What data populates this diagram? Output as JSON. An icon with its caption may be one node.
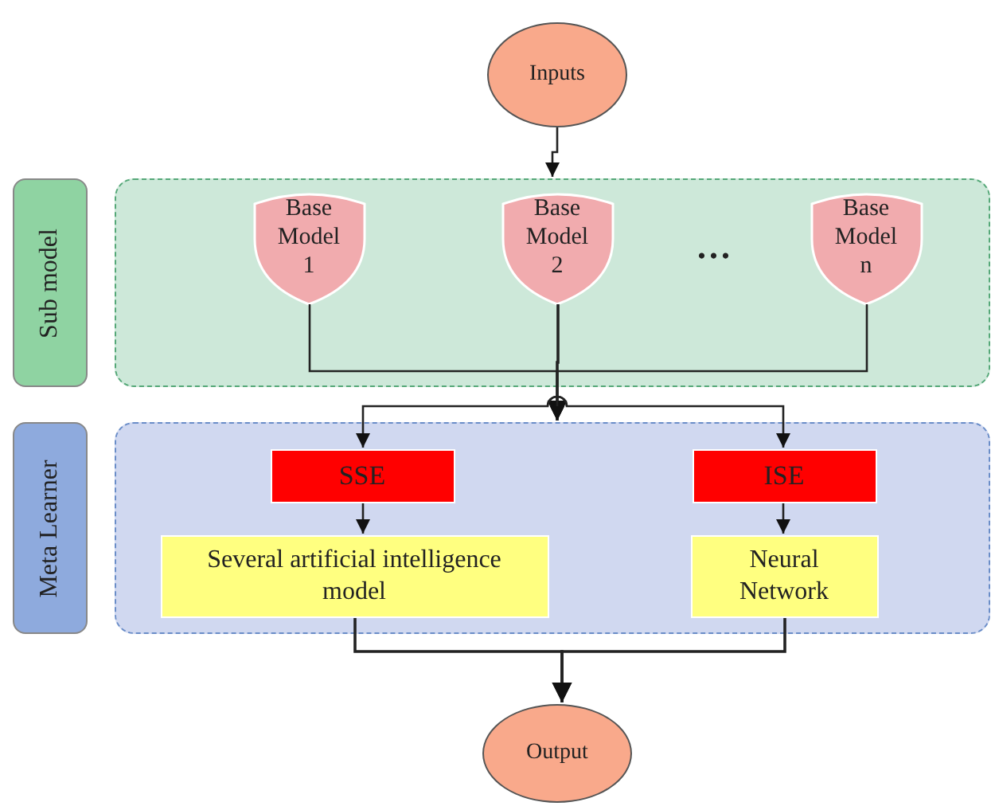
{
  "diagram": {
    "nodes": [
      {
        "text": [
          "Inputs"
        ]
      },
      {
        "text": [
          "Sub model"
        ]
      },
      {
        "text": [],
        "shape": "box"
      },
      {
        "text": [
          "Base Model 1"
        ],
        "in": 2
      },
      {
        "text": [
          "Base Model 2"
        ],
        "in": 2
      },
      {
        "text": [
          "Base Model n"
        ],
        "in": 2
      },
      {
        "text": [
          "Meta Learner"
        ]
      },
      {
        "text": [],
        "shape": "box"
      },
      {
        "text": [
          "SSE"
        ],
        "in": 7
      },
      {
        "text": [
          "ISE"
        ],
        "in": 7
      },
      {
        "text": [
          "Several artificial intelligence model"
        ],
        "in": 7
      },
      {
        "text": [
          "Neural Network"
        ],
        "in": 7
      },
      {
        "text": [
          "Output"
        ]
      }
    ],
    "edges": [
      {
        "from": 0,
        "to": 2,
        "arrow": "to"
      },
      {
        "from": 3,
        "to": 7,
        "arrow": "to"
      },
      {
        "from": 4,
        "to": 7,
        "arrow": "to"
      },
      {
        "from": 5,
        "to": 7,
        "arrow": "to"
      },
      {
        "from": null,
        "to": 8,
        "arrow": "to"
      },
      {
        "from": null,
        "to": 9,
        "arrow": "to"
      },
      {
        "from": 8,
        "to": 10,
        "arrow": "to"
      },
      {
        "from": 9,
        "to": 11,
        "arrow": "to"
      },
      {
        "from": 10,
        "to": 12,
        "arrow": "to"
      },
      {
        "from": 11,
        "to": 12,
        "arrow": "to"
      }
    ],
    "labels": [
      "..."
    ]
  }
}
